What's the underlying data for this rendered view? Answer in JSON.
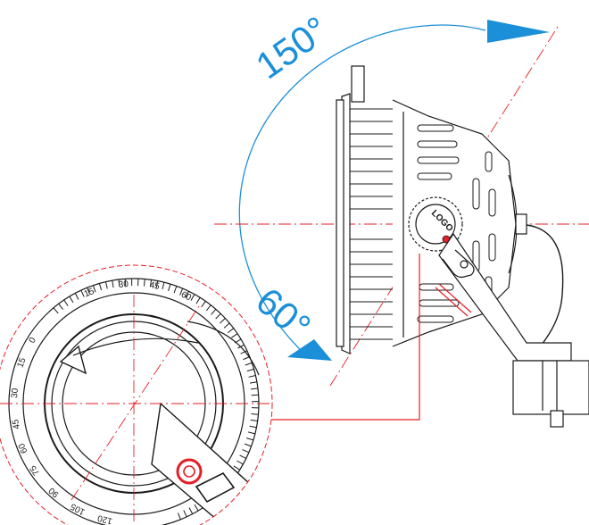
{
  "angles": {
    "upper": "150°",
    "lower": "60°"
  },
  "logo_text": "LOGO",
  "dial": {
    "ticks": [
      "0",
      "15",
      "30",
      "45",
      "60",
      "75",
      "90",
      "105",
      "120",
      "15",
      "30",
      "45",
      "60"
    ]
  },
  "colors": {
    "arc": "#1b8fd8",
    "centerline": "#e41e26",
    "linework": "#1a1a1a"
  }
}
